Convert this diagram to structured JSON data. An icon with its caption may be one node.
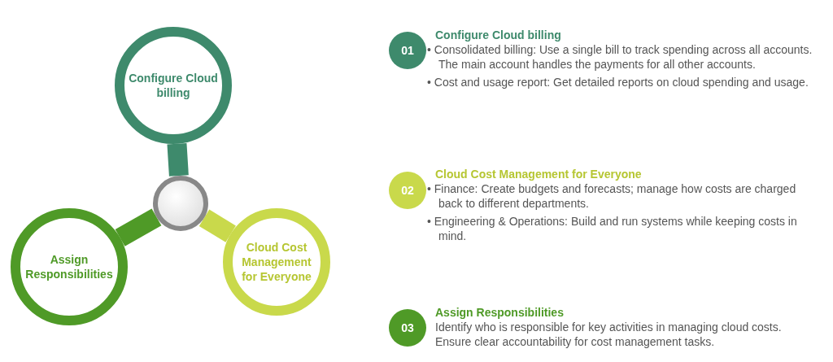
{
  "diagram": {
    "nodes": [
      {
        "text": [
          "Configure Cloud billing"
        ]
      },
      {
        "text": [],
        "shape": "circle"
      },
      {
        "text": [
          "Assign Responsibilities"
        ]
      },
      {
        "text": [
          "Cloud Cost Management for Everyone"
        ]
      },
      {
        "text": [
          "01"
        ],
        "beside": [
          "Configure Cloud billing",
          "• Consolidated billing: Use a single bill to track spending across all accounts. The main account handles the payments for all other accounts.",
          "• Cost and usage report: Get detailed reports on cloud spending and usage."
        ]
      },
      {
        "text": [
          "02"
        ],
        "beside": [
          "Cloud Cost Management for Everyone",
          "• Finance: Create budgets and forecasts; manage how costs are charged back to different departments.",
          "• Engineering & Operations: Build and run systems while keeping costs in mind."
        ]
      },
      {
        "text": [
          "03"
        ],
        "beside": [
          "Assign Responsibilities",
          "Identify who is responsible for key activities in managing cloud costs. Ensure clear accountability for cost management tasks."
        ]
      }
    ],
    "edges": [
      {
        "from": 1,
        "to": 0,
        "arrow": "none",
        "color": "#3e8a6c"
      },
      {
        "from": 1,
        "to": 2,
        "arrow": "none",
        "color": "#4f9a27"
      },
      {
        "from": 1,
        "to": 3,
        "arrow": "none",
        "color": "#c9d94b"
      }
    ]
  }
}
